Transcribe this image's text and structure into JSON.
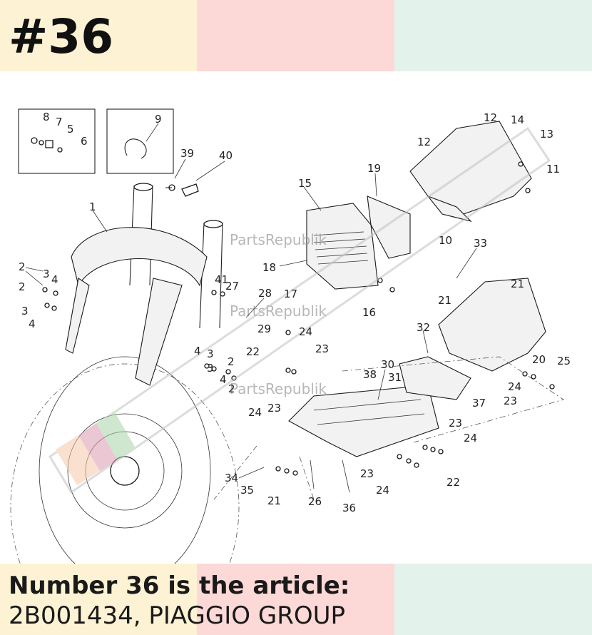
{
  "header": {
    "title": "#36"
  },
  "colors": {
    "yellow": "#fdf3d4",
    "pink": "#fcd9d6",
    "mint": "#e3f3ec",
    "watermark_logo": "#c0c0c0"
  },
  "diagram": {
    "labels": [
      "1",
      "2",
      "3",
      "4",
      "5",
      "6",
      "7",
      "8",
      "9",
      "10",
      "11",
      "12",
      "13",
      "14",
      "15",
      "16",
      "17",
      "18",
      "19",
      "20",
      "21",
      "22",
      "23",
      "24",
      "25",
      "26",
      "27",
      "28",
      "29",
      "30",
      "31",
      "32",
      "33",
      "34",
      "35",
      "36",
      "37",
      "38",
      "39",
      "40",
      "41"
    ],
    "watermark": "PartsRepublik"
  },
  "caption": {
    "line1": "Number 36 is the article:",
    "line2": "2B001434, PIAGGIO GROUP"
  }
}
